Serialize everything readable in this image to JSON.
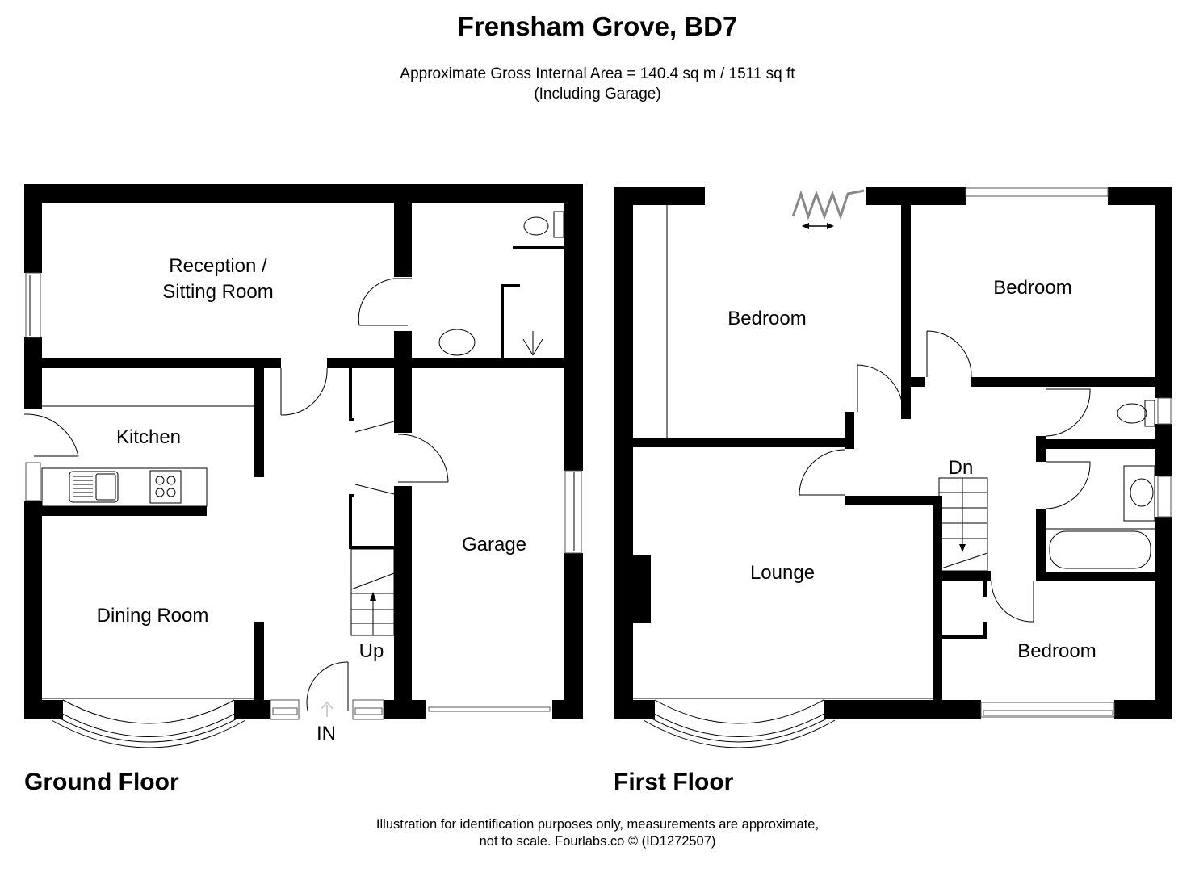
{
  "header": {
    "title": "Frensham Grove, BD7",
    "area_line": "Approximate Gross Internal Area = 140.4 sq m / 1511 sq ft",
    "area_note": "(Including Garage)"
  },
  "ground_floor": {
    "label": "Ground Floor",
    "rooms": {
      "reception_line1": "Reception /",
      "reception_line2": "Sitting Room",
      "kitchen": "Kitchen",
      "dining": "Dining Room",
      "garage": "Garage",
      "stairs": "Up",
      "entrance": "IN"
    }
  },
  "first_floor": {
    "label": "First Floor",
    "rooms": {
      "bedroom_front_left": "Bedroom",
      "bedroom_rear_right": "Bedroom",
      "lounge": "Lounge",
      "bedroom_front_right": "Bedroom",
      "stairs": "Dn"
    }
  },
  "footer": {
    "line1": "Illustration for identification purposes only, measurements are approximate,",
    "line2": "not to scale. Fourlabs.co © (ID1272507)"
  }
}
